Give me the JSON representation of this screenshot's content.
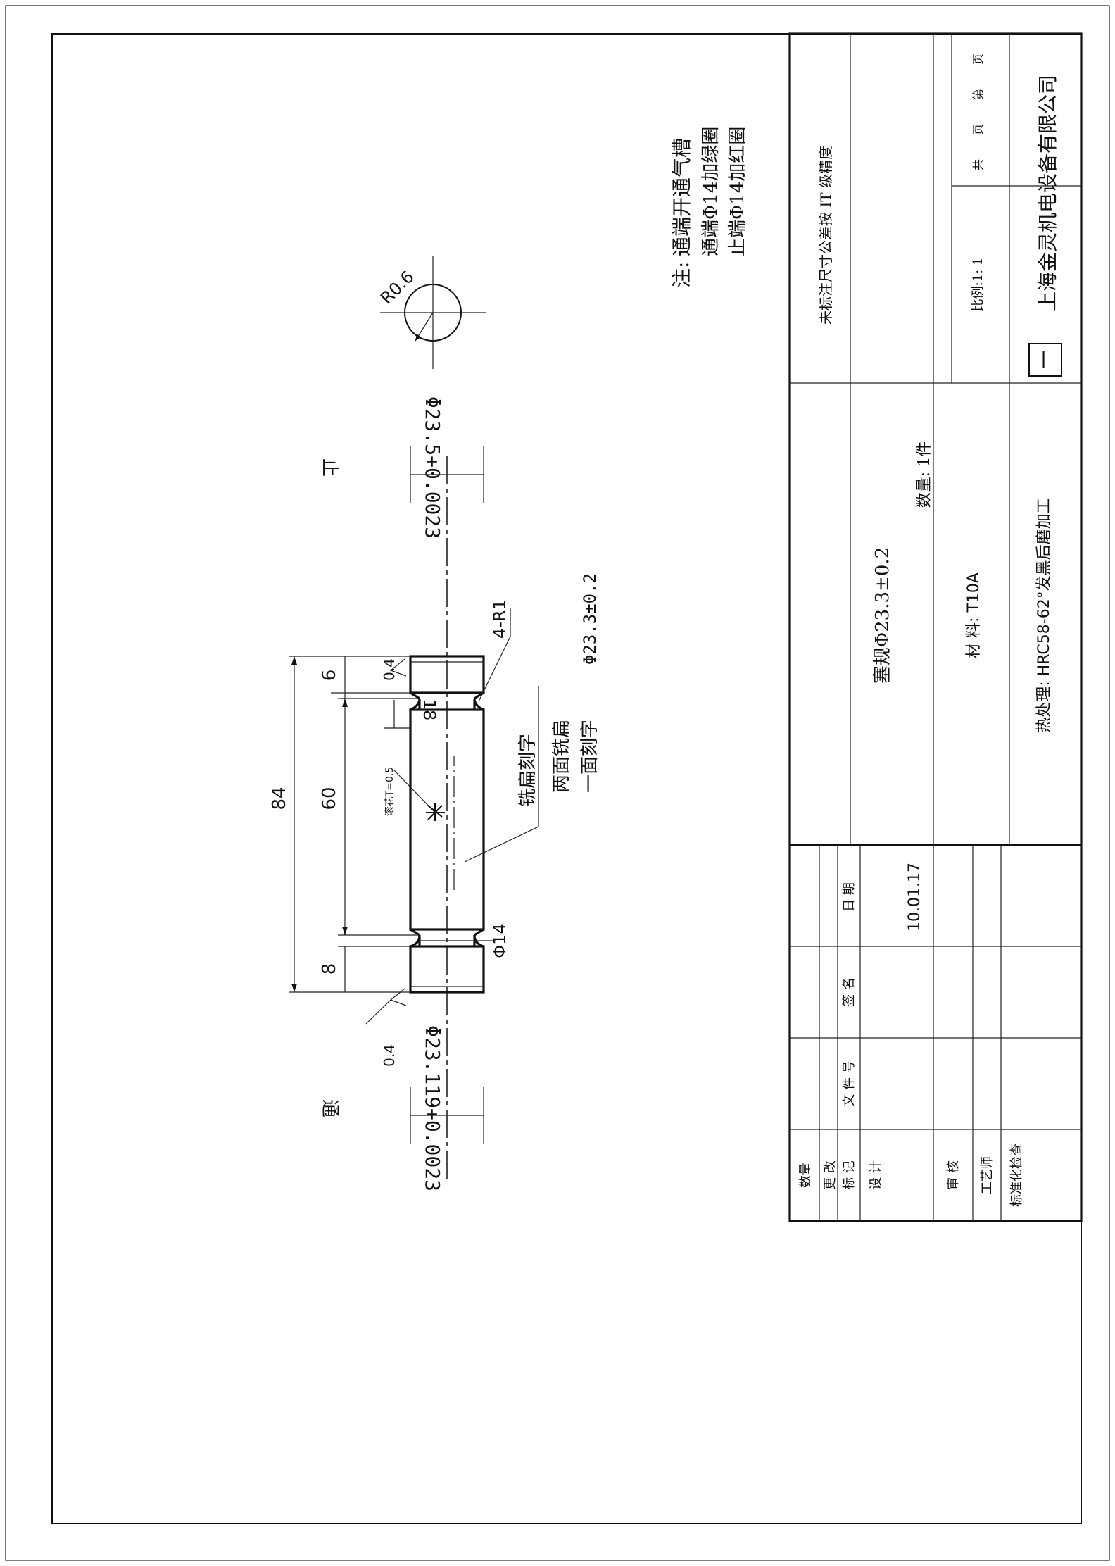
{
  "notes": {
    "label": "注:",
    "lines": [
      "通端开通气槽",
      "通端Φ14加绿圈",
      "止端Φ14加红圈"
    ]
  },
  "detail": {
    "radius_label": "R0.6"
  },
  "part": {
    "stop_end_label": "止",
    "go_end_label": "通",
    "stop_diameter": "Φ23.5+0.0023",
    "go_diameter": "Φ23.119+0.0023",
    "dims": {
      "overall": "84",
      "middle": "60",
      "stop_land": "6",
      "go_land": "8",
      "flat": "18",
      "neck": "Φ14",
      "fillet": "4-R1",
      "chamfer_stop": "0.4",
      "chamfer_go": "0.4",
      "knurl": "滚花T=0.5"
    },
    "callouts": {
      "flat_engrave": "铣扁刻字",
      "both_flat": "两面铣扁",
      "one_face": "一面刻字",
      "engrave_value": "Φ23.3±0.2"
    }
  },
  "title_block": {
    "tolerance_note": "未标注尺寸公差按  IT        级精度",
    "part_name": "塞规Φ23.3±0.2",
    "quantity": "数量: 1件",
    "scale": "比例:1: 1",
    "sheets_total": "共",
    "sheet_unit_1": "页",
    "sheet_no": "第",
    "sheet_unit_2": "页",
    "material": "材   料:   T10A",
    "heat_treatment": "热处理: HRC58-62°发黑后磨加工",
    "company": "上海金灵机电设备有限公司",
    "company_mark": "一",
    "headers": {
      "mark": "标 记",
      "change": "更 改",
      "count": "数量",
      "doc_no": "文 件 号",
      "signature": "签    名",
      "date": "日  期"
    },
    "rows": [
      "设  计",
      "审  核",
      "工艺师",
      "标准化检查"
    ],
    "design_date": "10.01.17"
  }
}
